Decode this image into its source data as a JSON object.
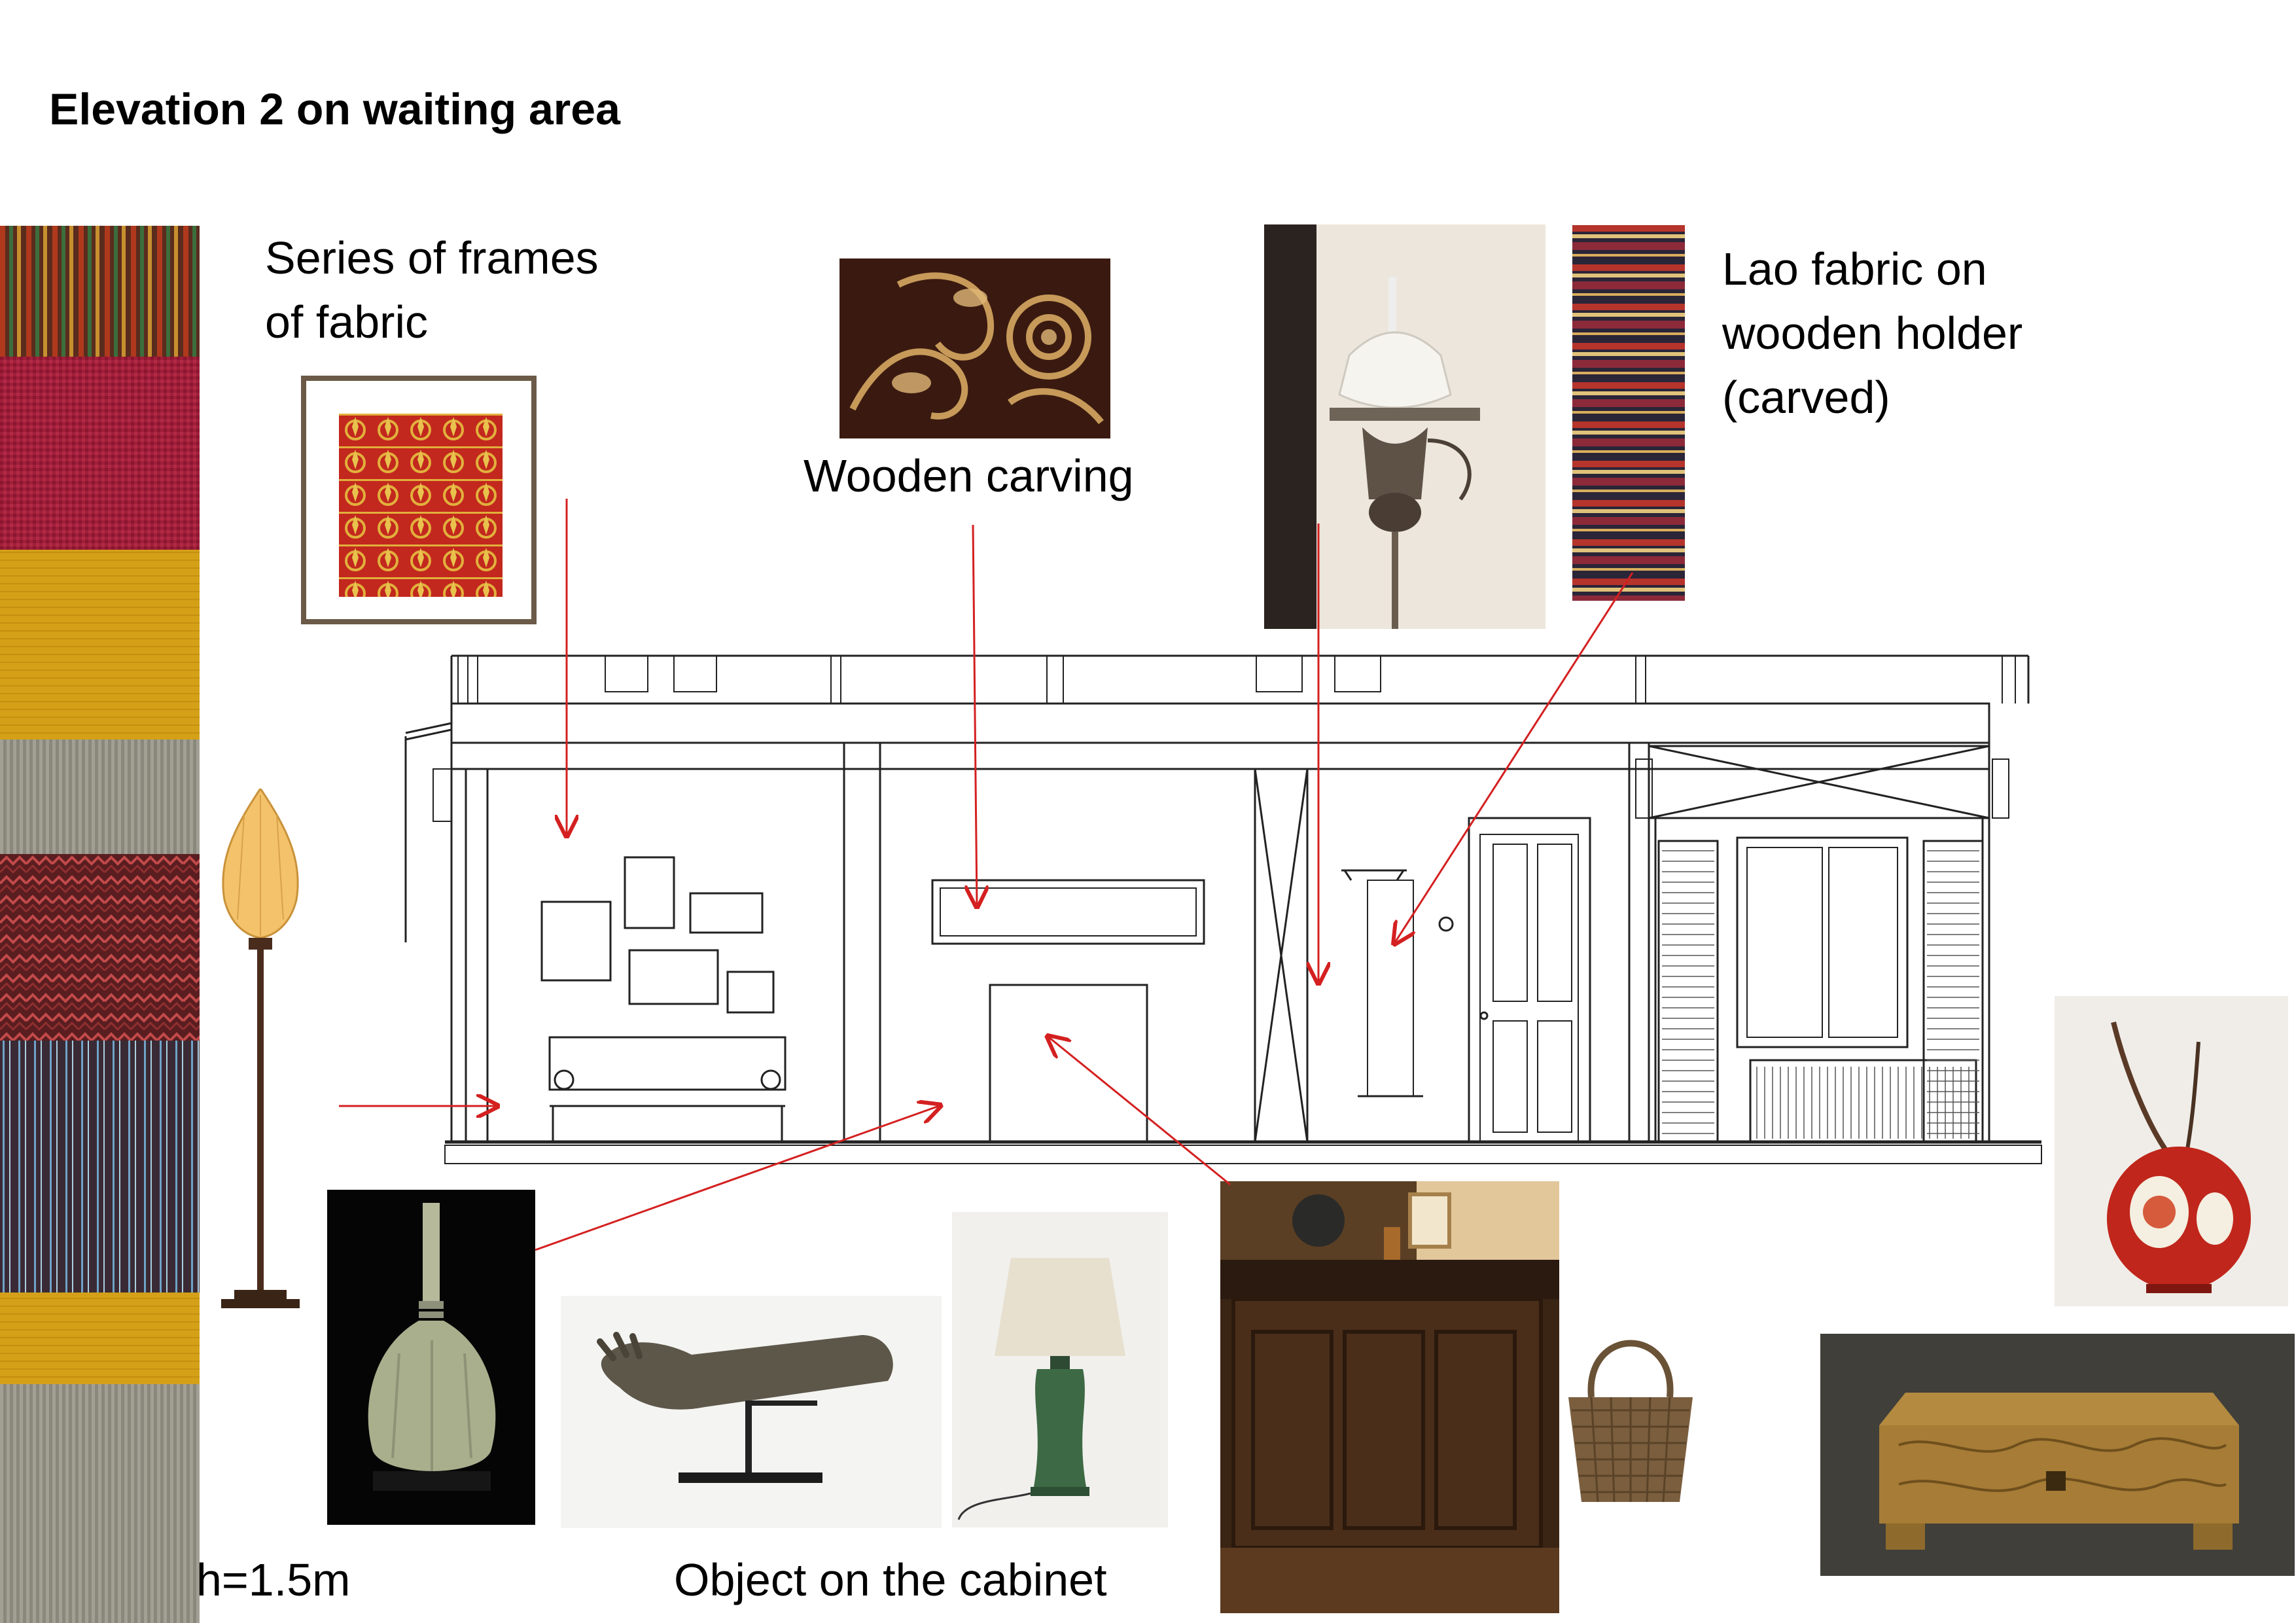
{
  "title": "Elevation 2 on waiting area",
  "labels": {
    "frames_line1": "Series of frames",
    "frames_line2": "of fabric",
    "carving": "Wooden carving",
    "lao_line1": "Lao fabric on",
    "lao_line2": "wooden holder",
    "lao_line3": "(carved)",
    "height": "h=1.5m",
    "cabinet_objects": "Object on the cabinet"
  },
  "images": [
    "fabric-swatch-strip",
    "framed-red-fabric",
    "wooden-carving-photo",
    "oil-lamp-photo",
    "lao-fabric-photo",
    "silk-floor-lamp",
    "celadon-vase-photo",
    "bronze-hand-sculpture-photo",
    "green-table-lamp-photo",
    "wooden-cabinet-photo",
    "wicker-basket-photo",
    "red-ceramic-teapot-photo",
    "gilded-lacquer-box-photo"
  ],
  "colors": {
    "annotation_arrow": "#d42020",
    "drawing_line": "#222222",
    "frame_border": "#6b5a47"
  }
}
